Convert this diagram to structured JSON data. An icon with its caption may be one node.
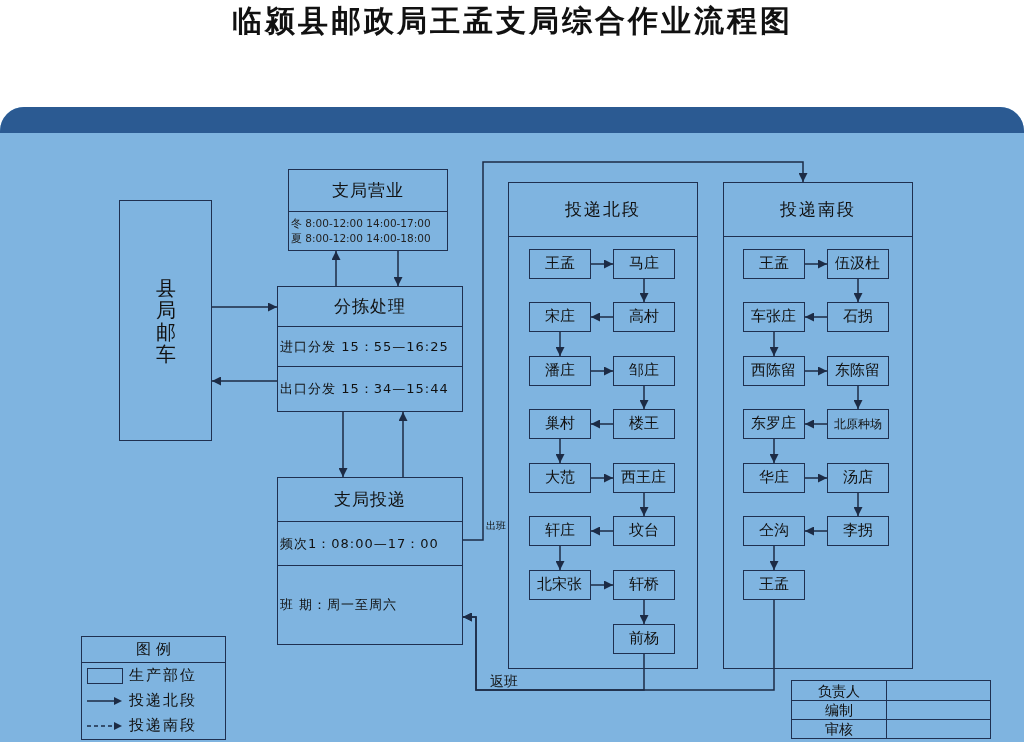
{
  "diagram": {
    "title": "临颍县邮政局王孟支局综合作业流程图",
    "nodes": [
      {
        "text": [
          "县局邮车"
        ]
      },
      {
        "text": [
          "支局营业",
          "冬 8:00-12:00 14:00-17:00",
          "夏 8:00-12:00 14:00-18:00"
        ]
      },
      {
        "text": [
          "分拣处理",
          "进口分发 15：55—16:25",
          "出口分发 15：34—15:44"
        ]
      },
      {
        "text": [
          "支局投递",
          "频次1：08:00—17：00",
          "班 期：周一至周六"
        ]
      },
      {
        "text": [
          "投递北段"
        ]
      },
      {
        "text": [
          "王孟"
        ],
        "in": 4
      },
      {
        "text": [
          "马庄"
        ],
        "in": 4
      },
      {
        "text": [
          "高村"
        ],
        "in": 4
      },
      {
        "text": [
          "宋庄"
        ],
        "in": 4
      },
      {
        "text": [
          "潘庄"
        ],
        "in": 4
      },
      {
        "text": [
          "邹庄"
        ],
        "in": 4
      },
      {
        "text": [
          "楼王"
        ],
        "in": 4
      },
      {
        "text": [
          "巢村"
        ],
        "in": 4
      },
      {
        "text": [
          "大范"
        ],
        "in": 4
      },
      {
        "text": [
          "西王庄"
        ],
        "in": 4
      },
      {
        "text": [
          "坟台"
        ],
        "in": 4
      },
      {
        "text": [
          "轩庄"
        ],
        "in": 4
      },
      {
        "text": [
          "北宋张"
        ],
        "in": 4
      },
      {
        "text": [
          "轩桥"
        ],
        "in": 4
      },
      {
        "text": [
          "前杨"
        ],
        "in": 4
      },
      {
        "text": [
          "投递南段"
        ]
      },
      {
        "text": [
          "王孟"
        ],
        "in": 20
      },
      {
        "text": [
          "伍汲杜"
        ],
        "in": 20
      },
      {
        "text": [
          "石拐"
        ],
        "in": 20
      },
      {
        "text": [
          "车张庄"
        ],
        "in": 20
      },
      {
        "text": [
          "西陈留"
        ],
        "in": 20
      },
      {
        "text": [
          "东陈留"
        ],
        "in": 20
      },
      {
        "text": [
          "北原种场"
        ],
        "in": 20
      },
      {
        "text": [
          "东罗庄"
        ],
        "in": 20
      },
      {
        "text": [
          "华庄"
        ],
        "in": 20
      },
      {
        "text": [
          "汤店"
        ],
        "in": 20
      },
      {
        "text": [
          "李拐"
        ],
        "in": 20
      },
      {
        "text": [
          "仝沟"
        ],
        "in": 20
      },
      {
        "text": [
          "王孟"
        ],
        "in": 20
      }
    ],
    "edges": [
      {
        "from": 0,
        "to": 2,
        "arrow": "to"
      },
      {
        "from": 2,
        "to": 0,
        "arrow": "to"
      },
      {
        "from": 2,
        "to": 1,
        "arrow": "to"
      },
      {
        "from": 1,
        "to": 2,
        "arrow": "to"
      },
      {
        "from": 2,
        "to": 3,
        "arrow": "to"
      },
      {
        "from": 3,
        "to": 2,
        "arrow": "to"
      },
      {
        "from": 3,
        "to": 20,
        "arrow": "to",
        "label": "出班"
      },
      {
        "from": 19,
        "to": 3,
        "arrow": "to",
        "label": "返班"
      },
      {
        "from": 33,
        "to": 3,
        "arrow": "to"
      },
      {
        "from": 5,
        "to": 6,
        "arrow": "to"
      },
      {
        "from": 6,
        "to": 7,
        "arrow": "to"
      },
      {
        "from": 7,
        "to": 8,
        "arrow": "to"
      },
      {
        "from": 8,
        "to": 9,
        "arrow": "to"
      },
      {
        "from": 9,
        "to": 10,
        "arrow": "to"
      },
      {
        "from": 10,
        "to": 11,
        "arrow": "to"
      },
      {
        "from": 11,
        "to": 12,
        "arrow": "to"
      },
      {
        "from": 12,
        "to": 13,
        "arrow": "to"
      },
      {
        "from": 13,
        "to": 14,
        "arrow": "to"
      },
      {
        "from": 14,
        "to": 15,
        "arrow": "to"
      },
      {
        "from": 15,
        "to": 16,
        "arrow": "to"
      },
      {
        "from": 16,
        "to": 17,
        "arrow": "to"
      },
      {
        "from": 17,
        "to": 18,
        "arrow": "to"
      },
      {
        "from": 18,
        "to": 19,
        "arrow": "to"
      },
      {
        "from": 21,
        "to": 22,
        "arrow": "to"
      },
      {
        "from": 22,
        "to": 23,
        "arrow": "to"
      },
      {
        "from": 23,
        "to": 24,
        "arrow": "to"
      },
      {
        "from": 24,
        "to": 25,
        "arrow": "to"
      },
      {
        "from": 25,
        "to": 26,
        "arrow": "to"
      },
      {
        "from": 26,
        "to": 27,
        "arrow": "to"
      },
      {
        "from": 27,
        "to": 28,
        "arrow": "to"
      },
      {
        "from": 28,
        "to": 29,
        "arrow": "to"
      },
      {
        "from": 29,
        "to": 30,
        "arrow": "to"
      },
      {
        "from": 30,
        "to": 31,
        "arrow": "to"
      },
      {
        "from": 31,
        "to": 32,
        "arrow": "to"
      },
      {
        "from": 32,
        "to": 33,
        "arrow": "to"
      }
    ],
    "labels": [
      "图 例",
      "负责人",
      "编制",
      "审核"
    ],
    "legend": [
      {
        "text": "生产部位"
      },
      {
        "text": "投递北段"
      },
      {
        "text": "投递南段"
      }
    ]
  }
}
